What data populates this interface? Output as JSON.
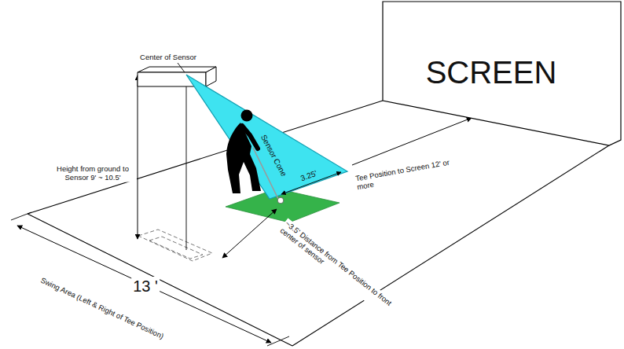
{
  "diagram": {
    "nodes": [
      {
        "text": [
          "SCREEN"
        ]
      },
      {
        "text": [
          "Sensor Cone"
        ]
      }
    ],
    "labels": [
      "Center of Sensor",
      "Height from ground to Sensor 9' ~ 10.5'",
      "Tee Position to Screen 12' or more",
      "3.25'",
      "~3.5' Distance from Tee Position to front center of sensor",
      "13 '",
      "Swing Area (Left & Right of Tee Position)"
    ]
  }
}
